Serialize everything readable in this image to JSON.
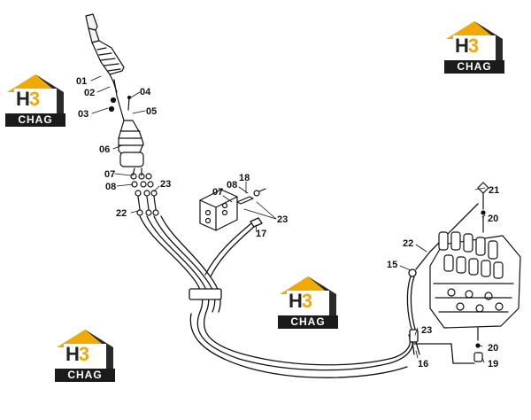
{
  "brand": {
    "mark_h": "H",
    "mark_3": "3",
    "plate": "CHAG",
    "accent": "#f2a900",
    "dark": "#1b1b1b"
  },
  "callouts": {
    "c01": "01",
    "c02": "02",
    "c03": "03",
    "c04": "04",
    "c05": "05",
    "c06": "06",
    "c07a": "07",
    "c08a": "08",
    "c23a": "23",
    "c22a": "22",
    "c18": "18",
    "c08b": "08",
    "c07b": "07",
    "c23b": "23",
    "c17": "17",
    "c21": "21",
    "c20a": "20",
    "c22b": "22",
    "c15": "15",
    "c23c": "23",
    "c16": "16",
    "c20b": "20",
    "c19": "19"
  }
}
